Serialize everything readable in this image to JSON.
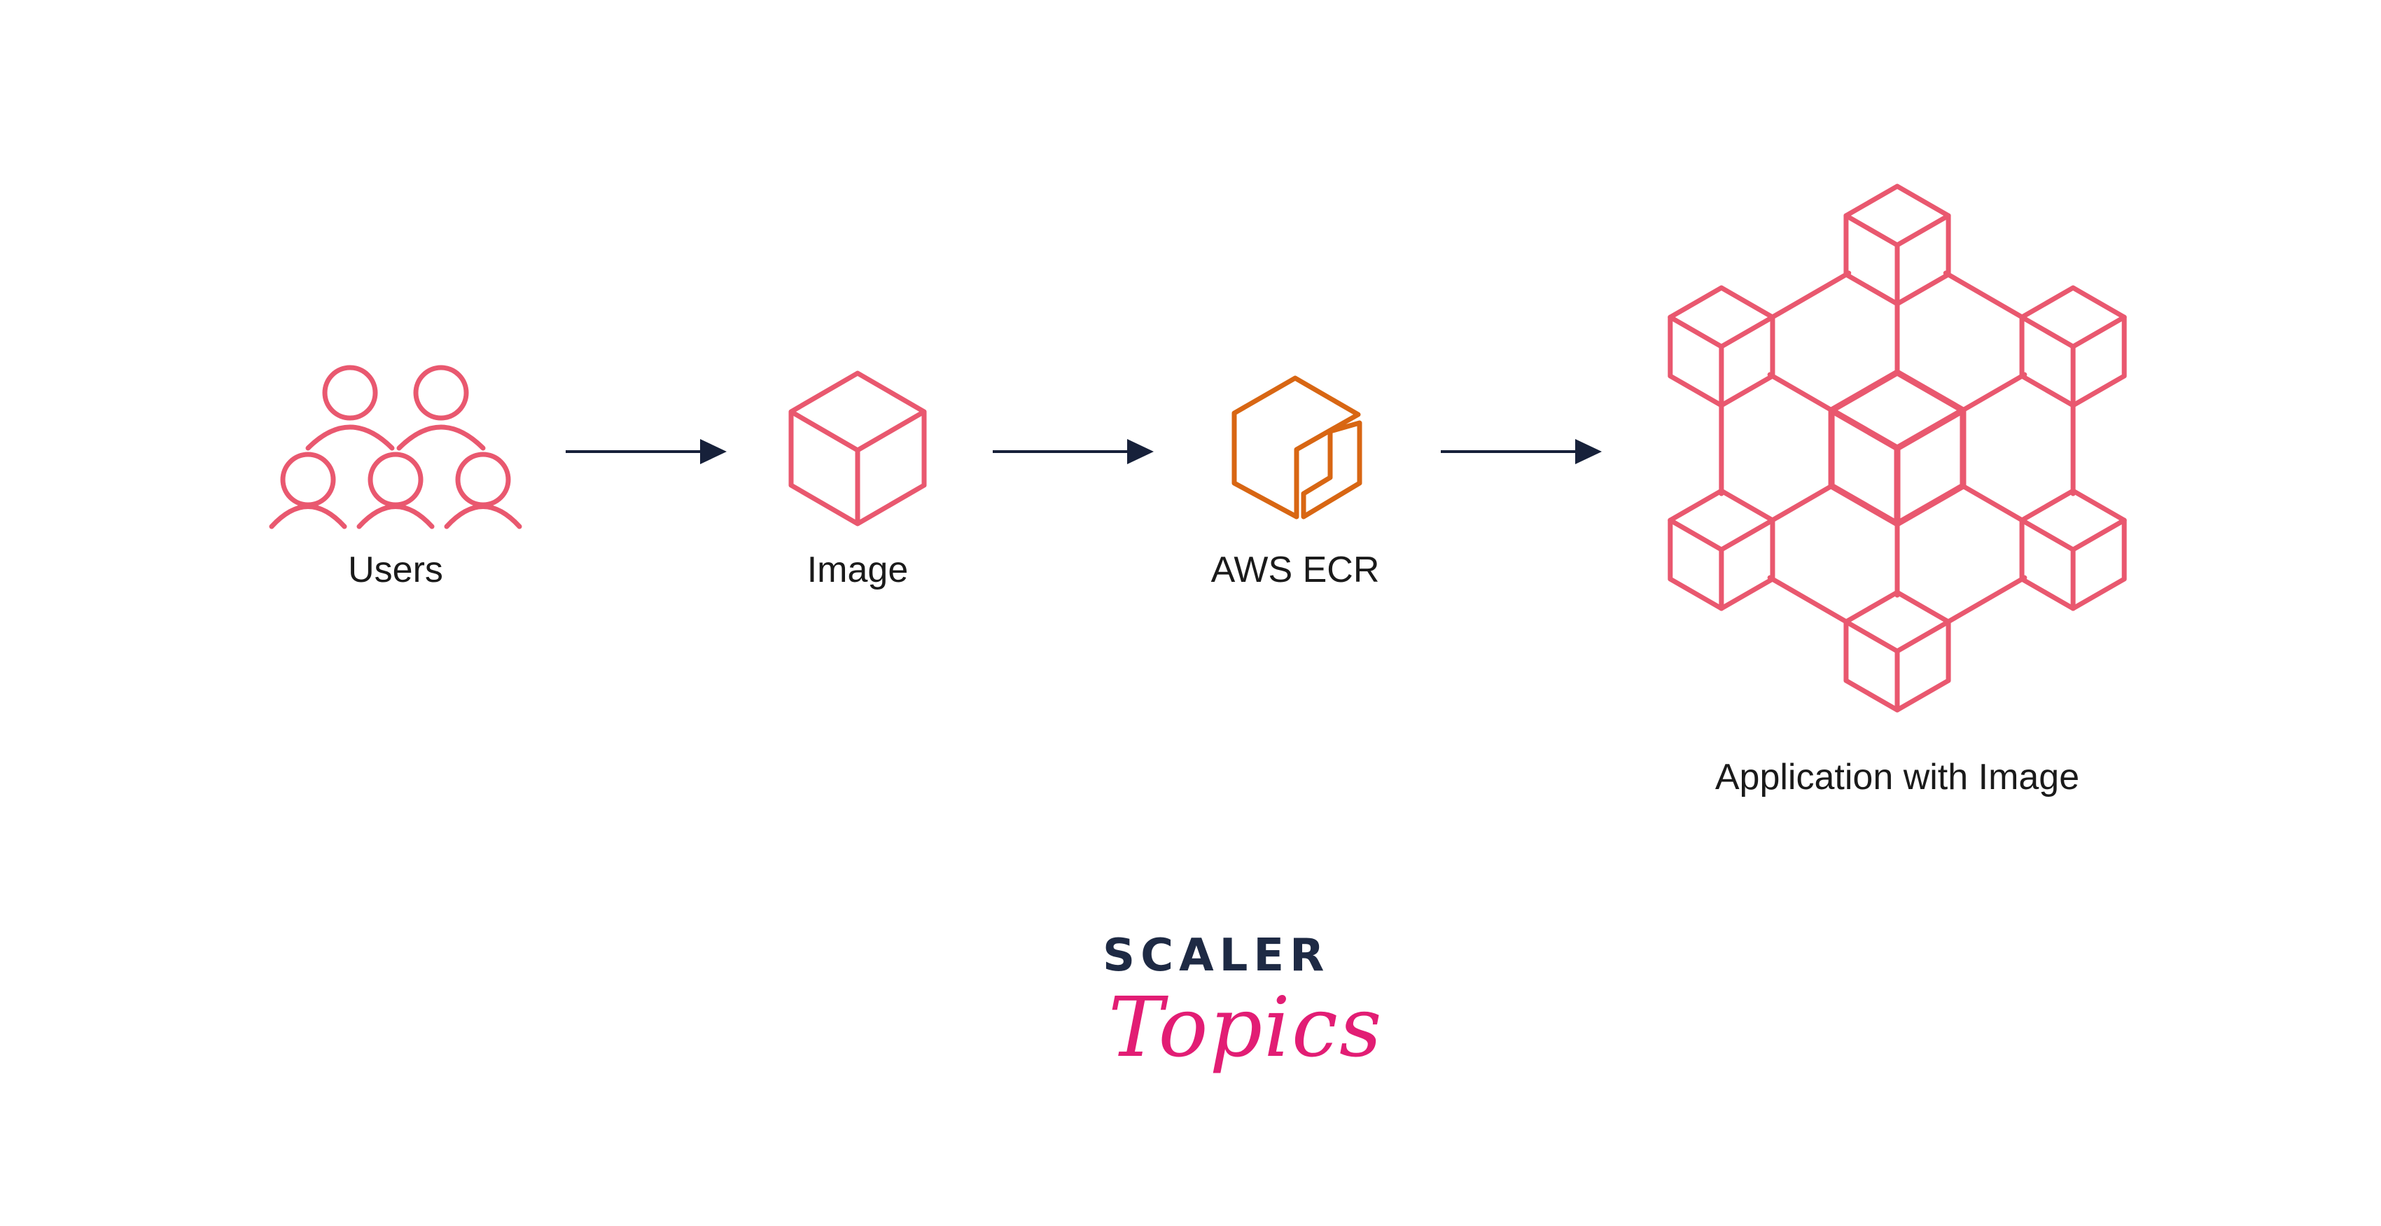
{
  "nodes": {
    "users": {
      "label": "Users",
      "icon": "users-group-icon"
    },
    "image": {
      "label": "Image",
      "icon": "cube-icon"
    },
    "ecr": {
      "label": "AWS ECR",
      "icon": "aws-ecr-icon"
    },
    "application": {
      "label": "Application with Image",
      "icon": "cube-network-icon"
    }
  },
  "edges": [
    {
      "from": "users",
      "to": "image"
    },
    {
      "from": "image",
      "to": "ecr"
    },
    {
      "from": "ecr",
      "to": "application"
    }
  ],
  "logo": {
    "line1": "SCALER",
    "line2": "Topics"
  },
  "colors": {
    "icon": "#e9586f",
    "ecr": "#d86613",
    "arrow": "#17213a",
    "label": "#1a1a1a",
    "logo_dark": "#1e2a44",
    "logo_pink": "#e21d74"
  }
}
